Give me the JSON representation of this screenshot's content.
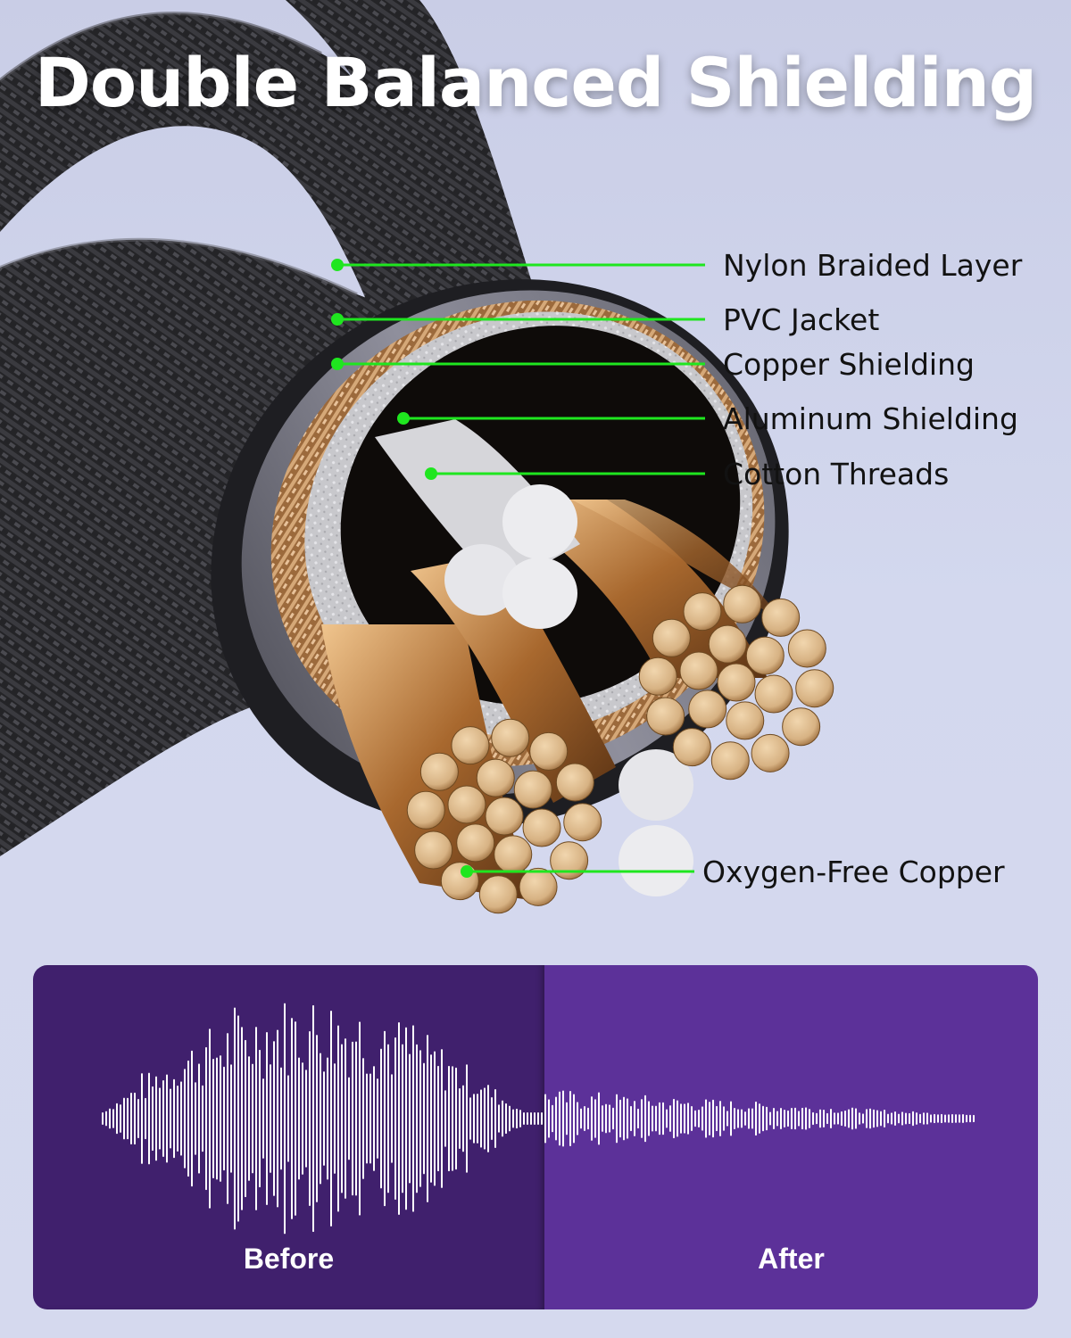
{
  "title": "Double Balanced Shielding",
  "callouts": [
    {
      "label": "Nylon Braided Layer"
    },
    {
      "label": "PVC Jacket"
    },
    {
      "label": "Copper Shielding"
    },
    {
      "label": "Aluminum Shielding"
    },
    {
      "label": "Cotton Threads"
    },
    {
      "label": "Oxygen-Free Copper"
    }
  ],
  "comparison": {
    "before_label": "Before",
    "after_label": "After"
  },
  "colors": {
    "callout_line": "#1fe61f",
    "panel_before": "#40206d",
    "panel_after": "#5c3199",
    "copper": "#c99a62",
    "cable": "#1c1c1e"
  }
}
